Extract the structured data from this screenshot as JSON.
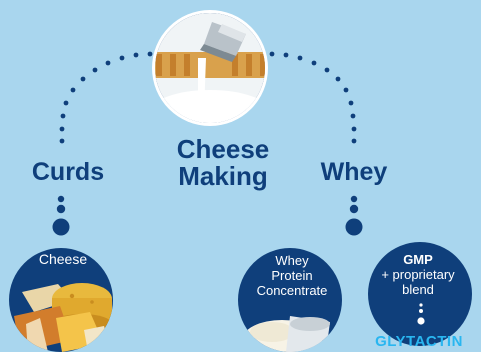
{
  "nodes": {
    "center": {
      "label": "Cheese Making"
    },
    "curds": {
      "label": "Curds"
    },
    "whey": {
      "label": "Whey"
    }
  },
  "products": {
    "cheese": {
      "label": "Cheese"
    },
    "wpc": {
      "label": "Whey Protein Concentrate",
      "lines": [
        "Whey",
        "Protein",
        "Concentrate"
      ]
    },
    "gmp": {
      "title": "GMP",
      "subtitle": "+ proprietary blend",
      "brand": "GLYTACTIN"
    }
  },
  "colors": {
    "background": "#a9d6ee",
    "navy": "#0f3f7b",
    "brand": "#29b6f0",
    "white": "#ffffff"
  },
  "icons": {
    "center": "milk-pour-photo",
    "cheese": "cheese-photo",
    "wpc": "powder-scoop-photo"
  }
}
